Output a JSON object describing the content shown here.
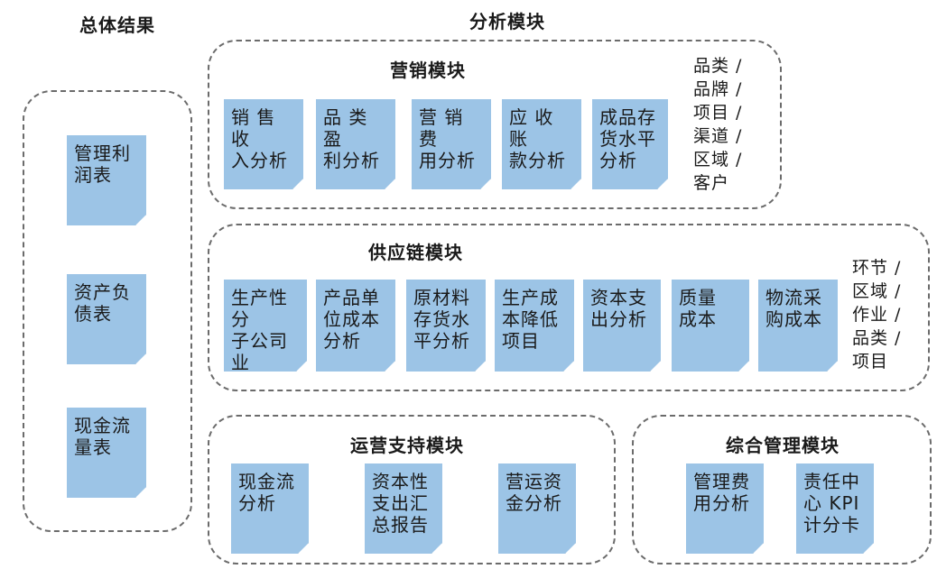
{
  "overall": {
    "title": "总体结果",
    "items": [
      "管理利\n润表",
      "资产负\n债表",
      "现金流\n量表"
    ]
  },
  "analysis": {
    "title": "分析模块"
  },
  "marketing": {
    "title": "营销模块",
    "items": [
      "销 售 收\n入分析",
      "品 类 盈\n利分析",
      "营 销 费\n用分析",
      "应 收 账\n款分析",
      "成品存\n货水平\n分析"
    ],
    "dimensions": "品类 /\n品牌 /\n项目 /\n渠道 /\n区域 /\n客户"
  },
  "supply_chain": {
    "title": "供应链模块",
    "items": [
      "生产性分\n子公司业\n绩评价",
      "产品单\n位成本\n分析",
      "原材料\n存货水\n平分析",
      "生产成\n本降低\n项目",
      "资本支\n出分析",
      "质量\n成本",
      "物流采\n购成本"
    ],
    "dimensions": "环节 /\n区域 /\n作业 /\n品类 /\n项目"
  },
  "operations": {
    "title": "运营支持模块",
    "items": [
      "现金流\n分析",
      "资本性\n支出汇\n总报告",
      "营运资\n金分析"
    ]
  },
  "management": {
    "title": "综合管理模块",
    "items": [
      "管理费\n用分析",
      "责任中\n心 KPI\n计分卡"
    ]
  }
}
